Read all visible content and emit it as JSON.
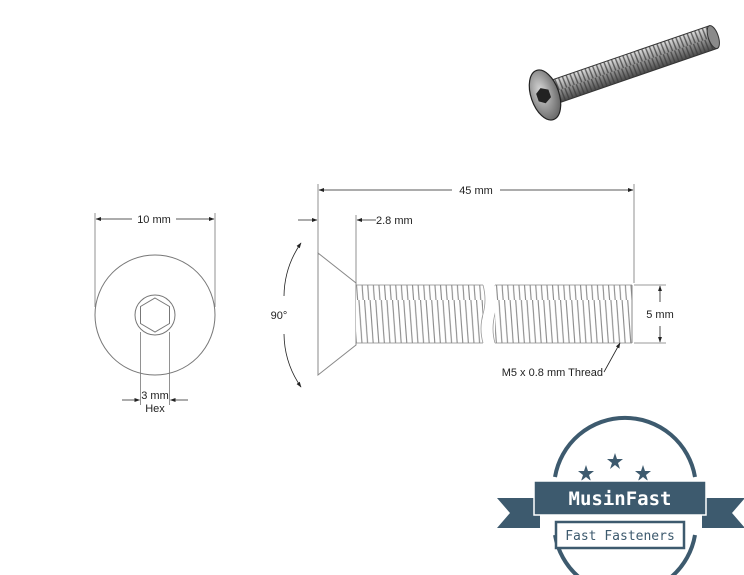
{
  "dimensions": {
    "head_diameter": "10 mm",
    "hex_size": "3 mm",
    "hex_label": "Hex",
    "overall_length": "45 mm",
    "head_height": "2.8 mm",
    "head_angle": "90°",
    "thread_diameter": "5 mm",
    "thread_spec": "M5 x 0.8 mm Thread"
  },
  "logo": {
    "brand": "MusinFast",
    "tagline": "Fast Fasteners",
    "colors": {
      "primary": "#3d5a6e",
      "text_light": "#ffffff"
    }
  }
}
